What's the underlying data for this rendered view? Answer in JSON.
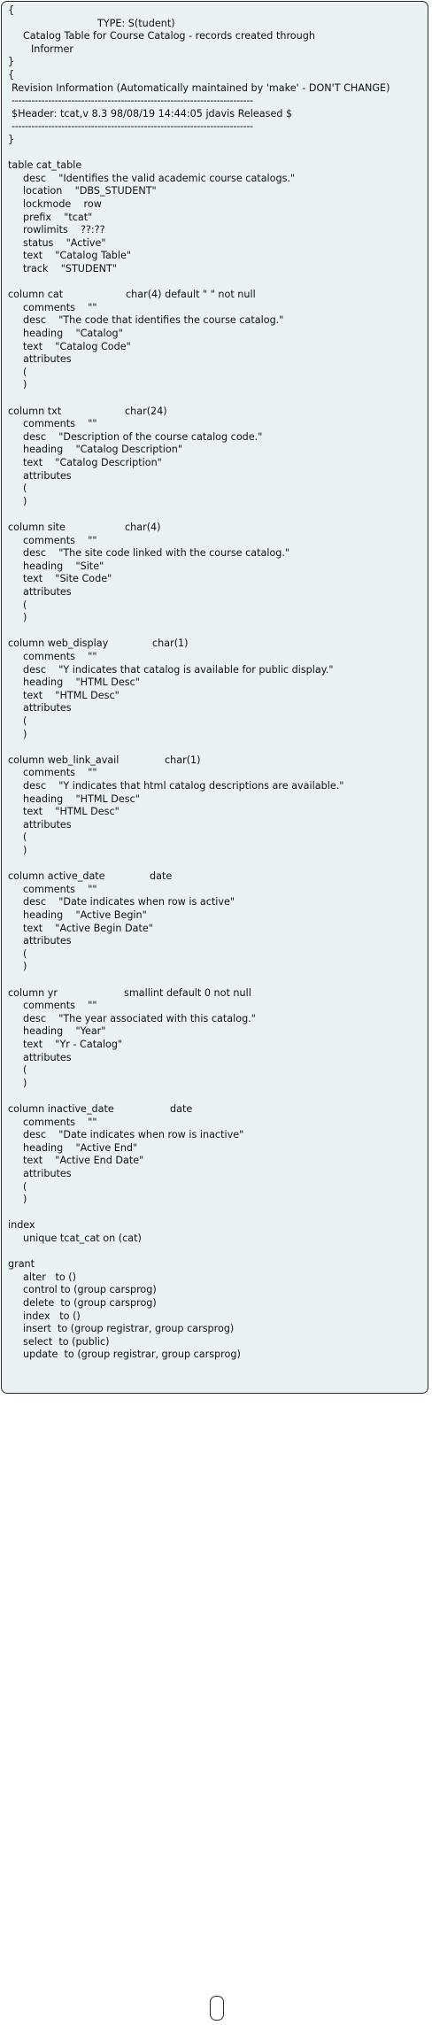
{
  "header": {
    "open_brace": "{",
    "type_line": "TYPE: S(tudent)",
    "desc_line1": "Catalog Table for Course Catalog - records created through",
    "desc_line2": "Informer",
    "close_brace": "}"
  },
  "revision": {
    "open_brace": "{",
    "title": "Revision Information (Automatically maintained by 'make' - DON'T CHANGE)",
    "separator": "-------------------------------------------------------------------------",
    "header_line": "$Header: tcat,v 8.3 98/08/19 14:44:05 jdavis Released $",
    "close_brace": "}"
  },
  "table": {
    "decl": "table cat_table",
    "props": [
      "desc    \"Identifies the valid academic course catalogs.\"",
      "location    \"DBS_STUDENT\"",
      "lockmode    row",
      "prefix    \"tcat\"",
      "rowlimits    ??:??",
      "status    \"Active\"",
      "text    \"Catalog Table\"",
      "track    \"STUDENT\""
    ]
  },
  "columns": [
    {
      "name": "column cat",
      "type": "char(4) default \" \" not null",
      "lines": [
        "comments    \"\"",
        "desc    \"The code that identifies the course catalog.\"",
        "heading    \"Catalog\"",
        "text    \"Catalog Code\"",
        "attributes",
        "(",
        ")"
      ]
    },
    {
      "name": "column txt",
      "type": "char(24)",
      "lines": [
        "comments    \"\"",
        "desc    \"Description of the course catalog code.\"",
        "heading    \"Catalog Description\"",
        "text    \"Catalog Description\"",
        "attributes",
        "(",
        ")"
      ]
    },
    {
      "name": "column site",
      "type": "char(4)",
      "lines": [
        "comments    \"\"",
        "desc    \"The site code linked with the course catalog.\"",
        "heading    \"Site\"",
        "text    \"Site Code\"",
        "attributes",
        "(",
        ")"
      ]
    },
    {
      "name": "column web_display",
      "type": "char(1)",
      "lines": [
        "comments    \"\"",
        "desc    \"Y indicates that catalog is available for public display.\"",
        "heading    \"HTML Desc\"",
        "text    \"HTML Desc\"",
        "attributes",
        "(",
        ")"
      ]
    },
    {
      "name": "column web_link_avail",
      "type": "char(1)",
      "lines": [
        "comments    \"\"",
        "desc    \"Y indicates that html catalog descriptions are available.\"",
        "heading    \"HTML Desc\"",
        "text    \"HTML Desc\"",
        "attributes",
        "(",
        ")"
      ]
    },
    {
      "name": "column active_date",
      "type": "date",
      "lines": [
        "comments    \"\"",
        "desc    \"Date indicates when row is active\"",
        "heading    \"Active Begin\"",
        "text    \"Active Begin Date\"",
        "attributes",
        "(",
        ")"
      ]
    },
    {
      "name": "column yr",
      "type": "smallint default 0 not null",
      "lines": [
        "comments    \"\"",
        "desc    \"The year associated with this catalog.\"",
        "heading    \"Year\"",
        "text    \"Yr - Catalog\"",
        "attributes",
        "(",
        ")"
      ]
    },
    {
      "name": "column inactive_date",
      "type": "date",
      "lines": [
        "comments    \"\"",
        "desc    \"Date indicates when row is inactive\"",
        "heading    \"Active End\"",
        "text    \"Active End Date\"",
        "attributes",
        "(",
        ")"
      ]
    }
  ],
  "index": {
    "decl": "index",
    "line": "unique tcat_cat on (cat)"
  },
  "grant": {
    "decl": "grant",
    "lines": [
      "alter   to ()",
      "control to (group carsprog)",
      "delete  to (group carsprog)",
      "index   to ()",
      "insert  to (group registrar, group carsprog)",
      "select  to (public)",
      "update  to (group registrar, group carsprog)"
    ]
  }
}
